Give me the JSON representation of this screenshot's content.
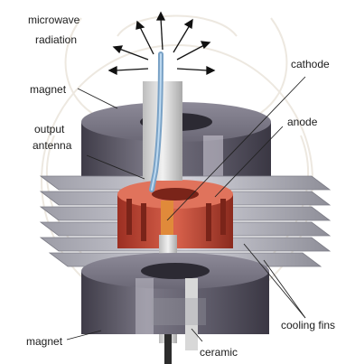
{
  "labels": {
    "microwave": [
      "microwave",
      "radiation"
    ],
    "magnet_top": "magnet",
    "cathode": "cathode",
    "output_antenna": [
      "output",
      "antenna"
    ],
    "anode": "anode",
    "cooling_fins": "cooling fins",
    "magnet_bottom": "magnet",
    "ceramic": "ceramic"
  },
  "colors": {
    "magnet": "#6d6a78",
    "magnet_dark": "#4b4856",
    "fins": "#b7b7bf",
    "anode": "#c8503e",
    "antenna": "#8fb6d8",
    "background_watermark": "#d9d0c0",
    "leader_line": "#222222"
  }
}
